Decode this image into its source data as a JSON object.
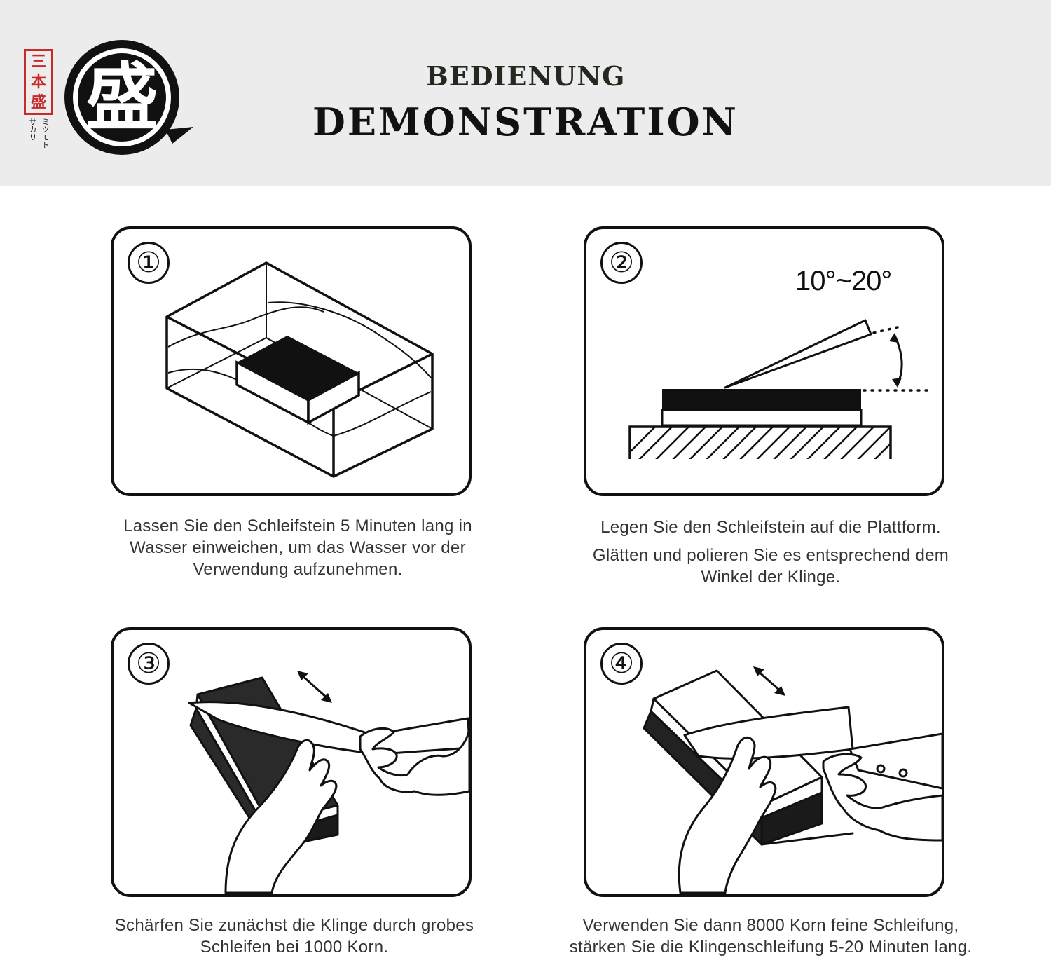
{
  "header": {
    "title_top": "BEDIENUNG",
    "title_main": "DEMONSTRATION",
    "logo": {
      "seal_chars": [
        "三",
        "本",
        "盛"
      ],
      "kana": [
        "ミツモト",
        "サカリ"
      ],
      "emblem_char": "盛"
    }
  },
  "steps": [
    {
      "number": "①",
      "caption": [
        "Lassen Sie den Schleifstein 5 Minuten lang in",
        "Wasser einweichen, um das Wasser vor der",
        "Verwendung aufzunehmen."
      ]
    },
    {
      "number": "②",
      "angle_label": "10°~20°",
      "caption_line1": "Legen Sie den Schleifstein auf die Plattform.",
      "caption": [
        "Glätten und polieren Sie es entsprechend dem",
        "Winkel der Klinge."
      ]
    },
    {
      "number": "③",
      "caption": [
        "Schärfen Sie zunächst die Klinge durch grobes",
        "Schleifen bei 1000 Korn."
      ]
    },
    {
      "number": "④",
      "caption": [
        "Verwenden Sie dann 8000 Korn feine Schleifung,",
        "stärken Sie die Klingenschleifung 5-20 Minuten lang."
      ]
    }
  ]
}
